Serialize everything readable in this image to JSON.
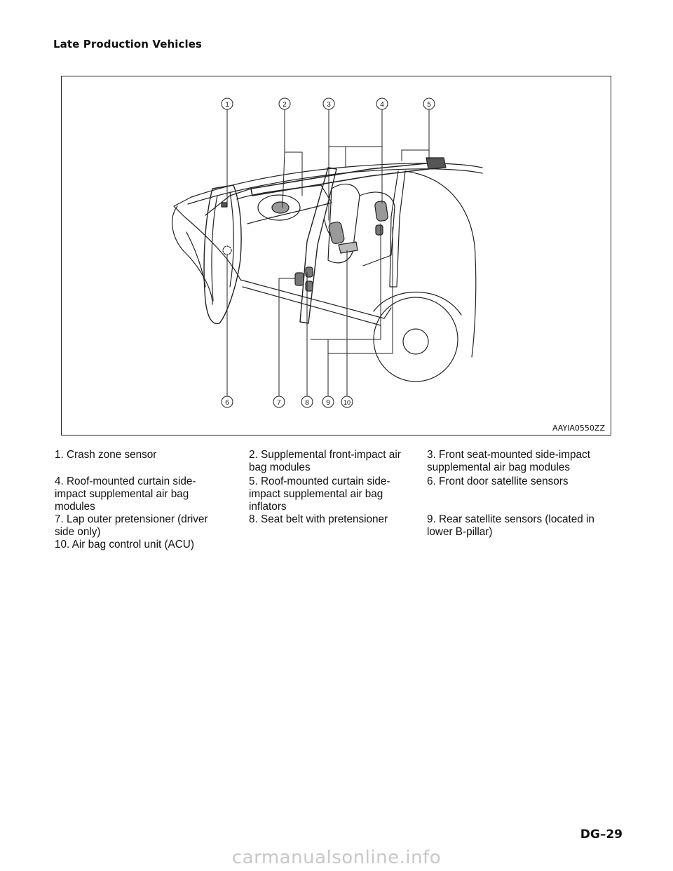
{
  "section_title": "Late Production Vehicles",
  "figure": {
    "code": "AAYIA0550ZZ",
    "callouts": [
      "1",
      "2",
      "3",
      "4",
      "5",
      "6",
      "7",
      "8",
      "9",
      "10"
    ]
  },
  "legend": [
    "1. Crash zone sensor",
    "2. Supplemental front-impact air bag modules",
    "3. Front seat-mounted side-impact supplemental air bag modules",
    "4. Roof-mounted curtain side-impact supplemental air bag modules",
    "5. Roof-mounted curtain side-impact supplemental air bag inflators",
    "6. Front door satellite sensors",
    "7. Lap outer pretensioner (driver side only)",
    "8. Seat belt with pretensioner",
    "9. Rear satellite sensors (located in lower B-pillar)",
    "10. Air bag control unit (ACU)"
  ],
  "page_number": "DG–29",
  "watermark": "carmanualsonline.info"
}
